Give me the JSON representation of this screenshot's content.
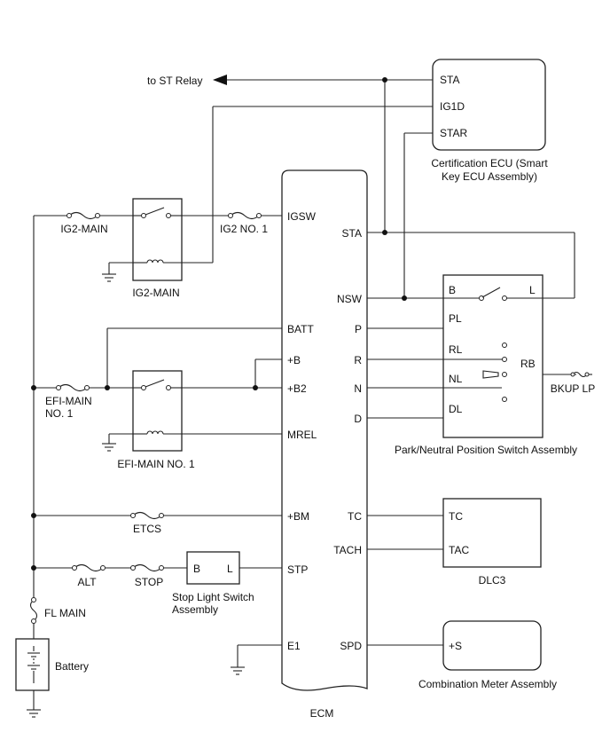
{
  "ecm": {
    "name": "ECM",
    "left_pins": [
      "IGSW",
      "BATT",
      "+B",
      "+B2",
      "MREL",
      "+BM",
      "STP",
      "E1"
    ],
    "right_pins": [
      "STA",
      "NSW",
      "P",
      "R",
      "N",
      "D",
      "TC",
      "TACH",
      "SPD"
    ]
  },
  "st_relay": "to ST Relay",
  "cert_ecu": {
    "pins": [
      "STA",
      "IG1D",
      "STAR"
    ],
    "caption_line1": "Certification ECU (Smart",
    "caption_line2": "Key ECU Assembly)"
  },
  "fuses": {
    "ig2_main": "IG2-MAIN",
    "ig2_no1": "IG2 NO. 1",
    "efi_main_no1_line1": "EFI-MAIN",
    "efi_main_no1_line2": "NO. 1",
    "etcs": "ETCS",
    "alt": "ALT",
    "stop": "STOP",
    "fl_main": "FL MAIN"
  },
  "relays": {
    "ig2_main": "IG2-MAIN",
    "efi_main_no1": "EFI-MAIN NO. 1"
  },
  "pnp_switch": {
    "pins": [
      "B",
      "L",
      "PL",
      "RL",
      "NL",
      "DL",
      "RB"
    ],
    "caption": "Park/Neutral Position Switch Assembly",
    "bkup_lp": "BKUP LP"
  },
  "stop_light": {
    "pin_b": "B",
    "pin_l": "L",
    "caption_line1": "Stop Light Switch",
    "caption_line2": "Assembly"
  },
  "dlc3": {
    "pins": [
      "TC",
      "TAC"
    ],
    "caption": "DLC3"
  },
  "meter": {
    "pin": "+S",
    "caption": "Combination Meter Assembly"
  },
  "battery": "Battery"
}
